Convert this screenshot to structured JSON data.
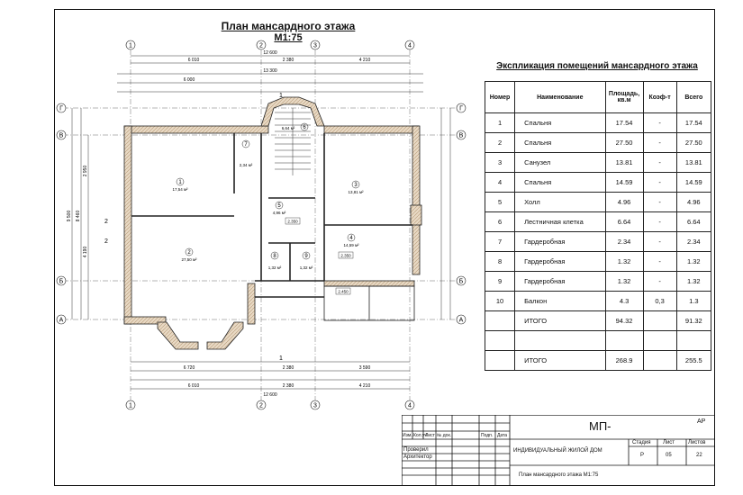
{
  "drawing": {
    "title": "План мансардного этажа",
    "scale": "М1:75",
    "axes_top": [
      "1",
      "2",
      "3",
      "4"
    ],
    "axes_left": [
      "Г",
      "В",
      "Б",
      "А"
    ],
    "dims_top": [
      "12 600",
      "6 010",
      "2 380",
      "4 210",
      "6 000",
      "13 300"
    ],
    "dims_bottom": [
      "6 720",
      "2 380",
      "3 590",
      "6 010",
      "2 380",
      "4 210",
      "12 600"
    ],
    "dims_left": [
      "9 500",
      "8 460",
      "2 950",
      "4 190"
    ],
    "rooms": [
      {
        "num": "1",
        "area": "17,54 м²"
      },
      {
        "num": "2",
        "area": "27,50 м²"
      },
      {
        "num": "3",
        "area": "13,81 м²"
      },
      {
        "num": "4",
        "area": "14,59 м²"
      },
      {
        "num": "5",
        "area": "4,96 м²"
      },
      {
        "num": "6",
        "area": "6,64 м²"
      },
      {
        "num": "7",
        "area": "2,34 м²"
      },
      {
        "num": "8",
        "area": "1,32 м²"
      },
      {
        "num": "9",
        "area": "1,32 м²"
      }
    ],
    "levels": [
      "2.350",
      "2.350",
      "2.450"
    ],
    "section_marks": [
      "1",
      "1",
      "2",
      "2"
    ]
  },
  "explication": {
    "title": "Экспликация помещений мансардного этажа",
    "headers": [
      "Номер",
      "Наименование",
      "Площадь, кв.м",
      "Коэф-т",
      "Всего"
    ],
    "rows": [
      [
        "1",
        "Спальня",
        "17.54",
        "-",
        "17.54"
      ],
      [
        "2",
        "Спальня",
        "27.50",
        "-",
        "27.50"
      ],
      [
        "3",
        "Санузел",
        "13.81",
        "-",
        "13.81"
      ],
      [
        "4",
        "Спальня",
        "14.59",
        "-",
        "14.59"
      ],
      [
        "5",
        "Холл",
        "4.96",
        "-",
        "4.96"
      ],
      [
        "6",
        "Лестничная клетка",
        "6.64",
        "-",
        "6.64"
      ],
      [
        "7",
        "Гардеробная",
        "2.34",
        "-",
        "2.34"
      ],
      [
        "8",
        "Гардеробная",
        "1.32",
        "-",
        "1.32"
      ],
      [
        "9",
        "Гардеробная",
        "1.32",
        "-",
        "1.32"
      ],
      [
        "10",
        "Балкон",
        "4.3",
        "0,3",
        "1.3"
      ],
      [
        "",
        "ИТОГО",
        "94.32",
        "",
        "91.32"
      ],
      [
        "",
        "",
        "",
        "",
        ""
      ],
      [
        "",
        "ИТОГО",
        "268.9",
        "",
        "255.5"
      ]
    ]
  },
  "stamp": {
    "code": "МП-",
    "code_suffix": "АР",
    "col_headers": [
      "Изм.",
      "Кол.уч",
      "Лист",
      "№ док.",
      "Подп.",
      "Дата"
    ],
    "checked": "Проверил",
    "architect": "Архитектор",
    "project": "ИНДИВИДУАЛЬНЫЙ ЖИЛОЙ ДОМ",
    "stage_label": "Стадия",
    "sheet_label": "Лист",
    "sheets_label": "Листов",
    "stage": "Р",
    "sheet": "05",
    "sheets": "22",
    "sheet_name": "План мансардного этажа М1:75"
  }
}
